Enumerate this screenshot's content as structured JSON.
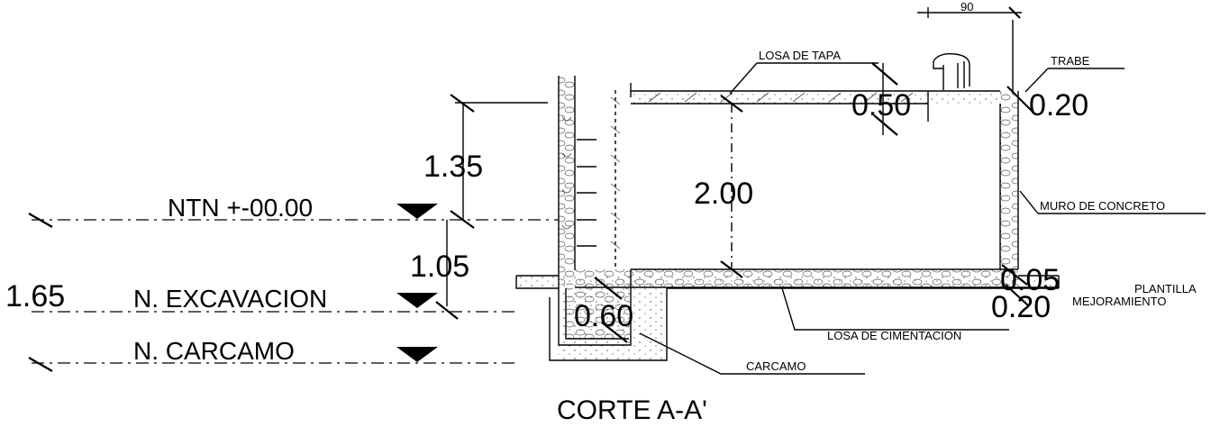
{
  "title": "CORTE A-A'",
  "labels": {
    "losa_tapa": "LOSA DE TAPA",
    "trabe": "TRABE",
    "muro": "MURO DE CONCRETO",
    "plantilla_1": "PLANTILLA",
    "plantilla_2": "MEJORAMIENTO",
    "losa_cimentacion": "LOSA DE CIMENTACION",
    "carcamo": "CARCAMO"
  },
  "levels": {
    "ntn": "NTN +-00.00",
    "excavacion": "N. EXCAVACION",
    "carcamo": "N. CARCAMO"
  },
  "dimensions": {
    "d135": "1.35",
    "d105": "1.05",
    "d165": "1.65",
    "d200": "2.00",
    "d050": "0.50",
    "d020_top": "0.20",
    "d005": "0.05",
    "d020_bottom": "0.20",
    "d060": "0.60",
    "d90": "90"
  }
}
